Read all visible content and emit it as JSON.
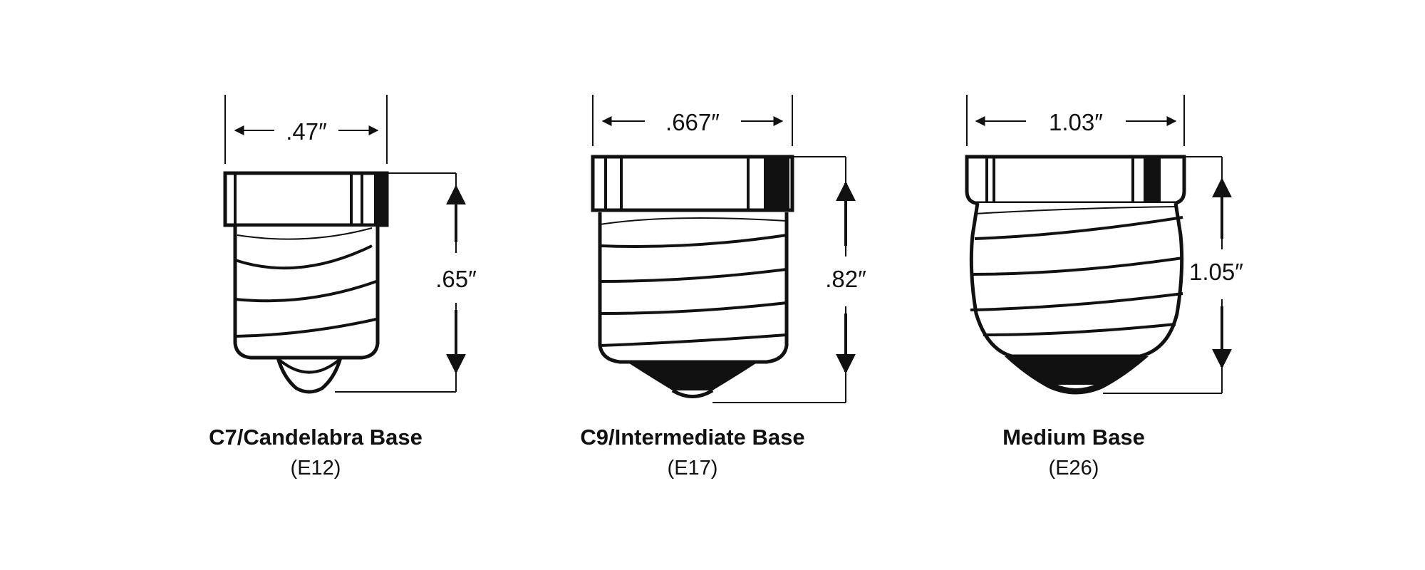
{
  "bases": [
    {
      "name": "C7/Candelabra Base",
      "code": "(E12)",
      "width_label": ".47″",
      "height_label": ".65″"
    },
    {
      "name": "C9/Intermediate Base",
      "code": "(E17)",
      "width_label": ".667″",
      "height_label": ".82″"
    },
    {
      "name": "Medium Base",
      "code": "(E26)",
      "width_label": "1.03″",
      "height_label": "1.05″"
    }
  ],
  "colors": {
    "line": "#111111",
    "background": "#ffffff"
  }
}
